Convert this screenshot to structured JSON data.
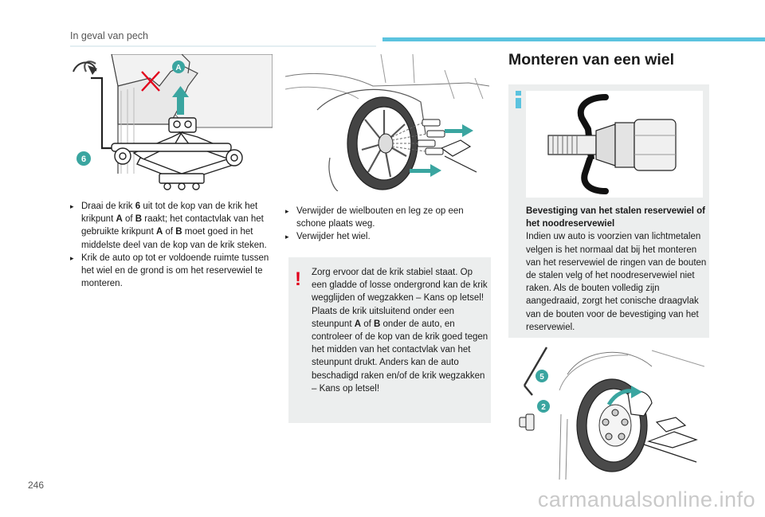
{
  "header": {
    "section_label": "In geval van pech"
  },
  "page_number": "246",
  "watermark": "carmanualsonline.info",
  "col1": {
    "illustration": {
      "icons": [
        "jack-icon",
        "wheel-brace-icon"
      ],
      "badges": [
        "A",
        "6"
      ]
    },
    "steps": [
      {
        "parts": [
          "Draai de krik ",
          "6",
          " uit tot de kop van de krik het krikpunt ",
          "A",
          " of ",
          "B",
          " raakt; het contactvlak van het gebruikte krikpunt ",
          "A",
          " of ",
          "B",
          " moet goed in het middelste deel van de kop van de krik steken."
        ]
      },
      {
        "parts": [
          "Krik de auto op tot er voldoende ruimte tussen het wiel en de grond is om het reservewiel te monteren."
        ]
      }
    ]
  },
  "col2": {
    "illustration": {
      "icons": [
        "wheel-icon",
        "bolt-icon"
      ]
    },
    "steps": [
      "Verwijder de wielbouten en leg ze op een schone plaats weg.",
      "Verwijder het wiel."
    ],
    "warning": {
      "mark": "!",
      "color": "#e2001a",
      "paragraphs": [
        [
          "Zorg ervoor dat de krik stabiel staat. Op een gladde of losse ondergrond kan de krik wegglijden of wegzakken – Kans op letsel!"
        ],
        [
          "Plaats de krik uitsluitend onder een steunpunt ",
          "A",
          " of ",
          "B",
          " onder de auto, en controleer of de kop van de krik goed tegen het midden van het contactvlak van het steunpunt drukt. Anders kan de auto beschadigd raken en/of de krik wegzakken – Kans op letsel!"
        ]
      ]
    }
  },
  "col3": {
    "heading": "Monteren van een wiel",
    "info": {
      "accent": "#5bc3df",
      "title": "Bevestiging van het stalen reservewiel of het noodreservewiel",
      "body": "Indien uw auto is voorzien van lichtmetalen velgen is het normaal dat bij het monteren van het reservewiel de ringen van de bouten de stalen velg of het noodreservewiel niet raken. Als de bouten volledig zijn aangedraaid, zorgt het conische draagvlak van de bouten voor de bevestiging van het reservewiel."
    },
    "illustration": {
      "icons": [
        "wheel-icon",
        "wheel-brace-icon",
        "bolt-icon"
      ],
      "badges": [
        "5",
        "2"
      ]
    }
  },
  "colors": {
    "accent_blue": "#5bc3df",
    "badge_teal": "#3aa5a0",
    "warning_red": "#e2001a",
    "box_gray": "#eceeee"
  }
}
